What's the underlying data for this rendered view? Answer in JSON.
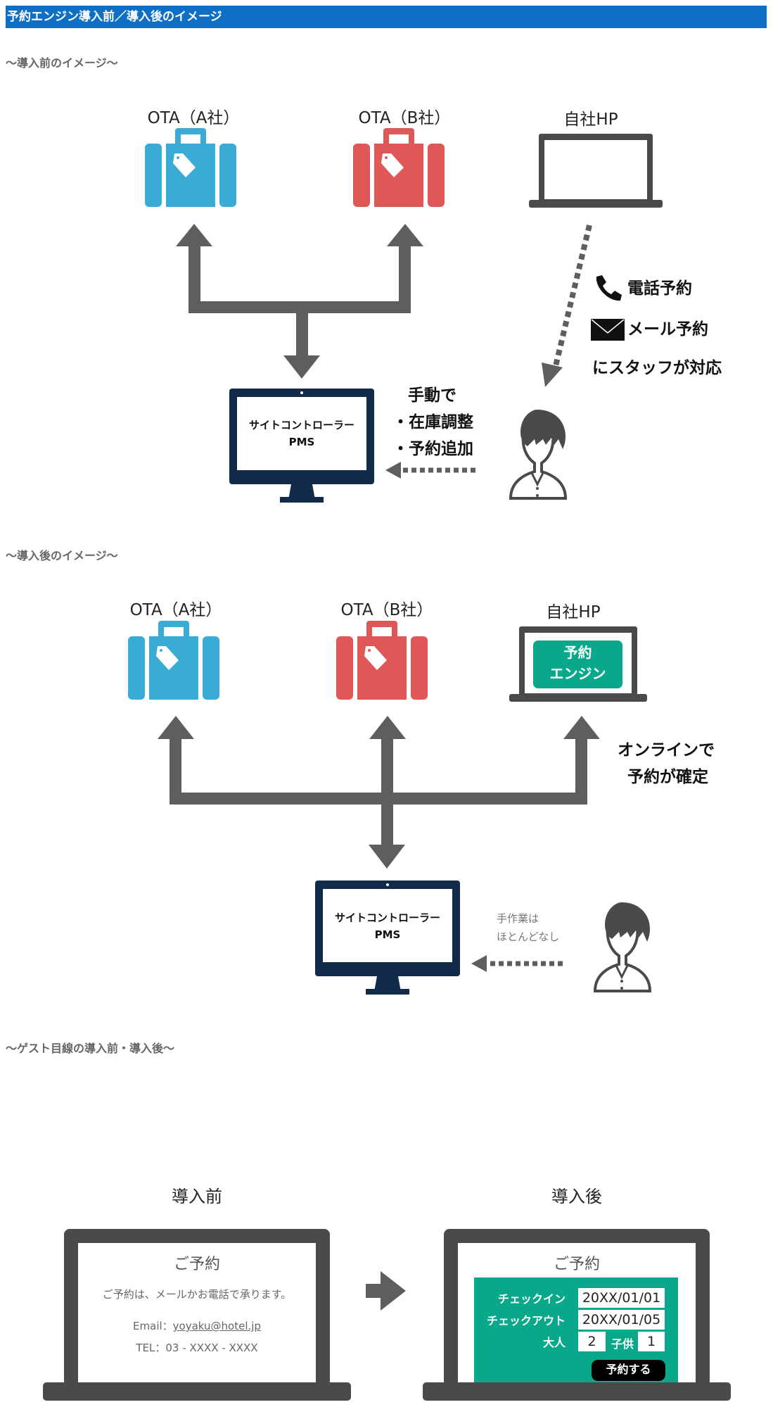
{
  "header": {
    "title": "予約エンジン導入前／導入後のイメージ",
    "accent_color": "#0f6fc5"
  },
  "colors": {
    "ota_a": "#3aabd4",
    "ota_b": "#e05757",
    "device_dark": "#4a4a4a",
    "monitor_navy": "#132b4b",
    "engine_green": "#0aa88a",
    "arrow_grey": "#5e5e5e"
  },
  "before": {
    "heading": "〜導入前のイメージ〜",
    "ota_a_label": "OTA（A社）",
    "ota_b_label": "OTA（B社）",
    "own_hp_label": "自社HP",
    "phone_label": "電話予約",
    "mail_label": "メール予約",
    "staff_label": "にスタッフが対応",
    "monitor_line1": "サイトコントローラー",
    "monitor_line2": "PMS",
    "manual_title": "手動で",
    "manual_item1": "・在庫調整",
    "manual_item2": "・予約追加"
  },
  "after": {
    "heading": "〜導入後のイメージ〜",
    "ota_a_label": "OTA（A社）",
    "ota_b_label": "OTA（B社）",
    "own_hp_label": "自社HP",
    "engine_line1": "予約",
    "engine_line2": "エンジン",
    "online_line1": "オンラインで",
    "online_line2": "予約が確定",
    "monitor_line1": "サイトコントローラー",
    "monitor_line2": "PMS",
    "manual_line1": "手作業は",
    "manual_line2": "ほとんどなし"
  },
  "guest": {
    "heading": "〜ゲスト目線の導入前・導入後〜",
    "before_label": "導入前",
    "after_label": "導入後",
    "before_screen": {
      "title": "ご予約",
      "message": "ご予約は、メールかお電話で承ります。",
      "email_prefix": "Email：",
      "email": "yoyaku@hotel.jp",
      "tel": "TEL：03 - XXXX - XXXX"
    },
    "after_screen": {
      "title": "ご予約",
      "checkin_label": "チェックイン",
      "checkin_value": "20XX/01/01",
      "checkout_label": "チェックアウト",
      "checkout_value": "20XX/01/05",
      "adults_label": "大人",
      "adults_value": "2",
      "children_label": "子供",
      "children_value": "1",
      "submit_label": "予約する"
    }
  }
}
